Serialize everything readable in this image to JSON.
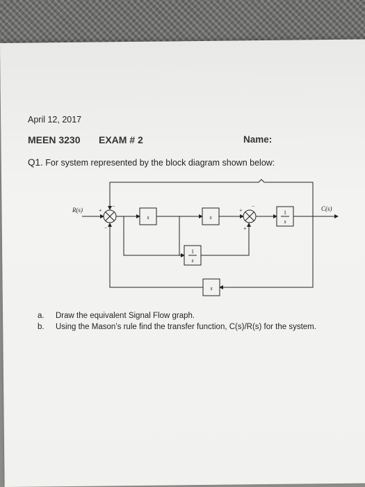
{
  "header": {
    "date": "April 12, 2017",
    "course": "MEEN 3230",
    "exam": "EXAM # 2",
    "name_label": "Name:"
  },
  "question": {
    "number": "Q1.",
    "text": "For system represented by the block diagram shown below:",
    "parts": [
      {
        "label": "a.",
        "text": "Draw the equivalent Signal Flow graph."
      },
      {
        "label": "b.",
        "text": "Using the Mason’s rule find the transfer function, C(s)/R(s) for the system."
      }
    ]
  },
  "diagram": {
    "input": "R(s)",
    "output": "C(s)",
    "blocks": {
      "b1": "s",
      "b2": "s",
      "b3_num": "1",
      "b3_den": "s",
      "b4_num": "1",
      "b4_den": "s",
      "b5": "s"
    },
    "signs": {
      "sum1_in": "+",
      "sum1_top": "−",
      "sum1_bottom": "−",
      "sum2_in": "+",
      "sum2_bottom": "+",
      "sum2_top": "−"
    }
  }
}
